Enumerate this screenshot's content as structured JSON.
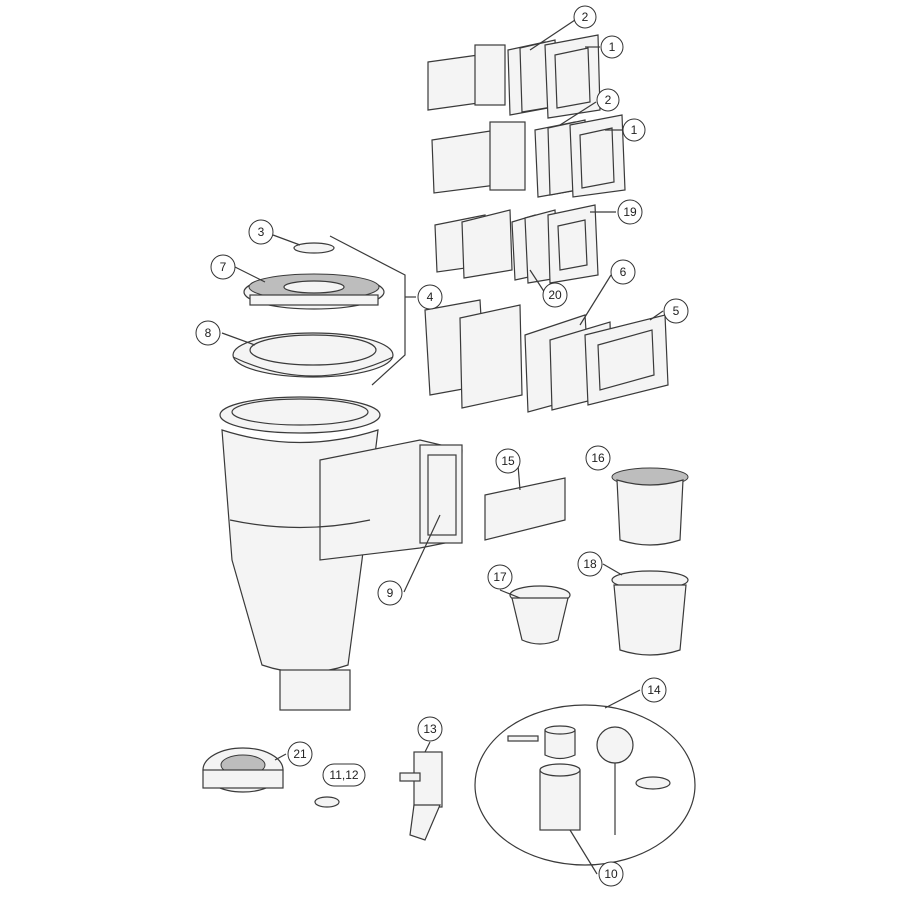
{
  "callouts": {
    "c1a": "1",
    "c2a": "2",
    "c1b": "1",
    "c2b": "2",
    "c19": "19",
    "c20": "20",
    "c6": "6",
    "c5": "5",
    "c3": "3",
    "c7": "7",
    "c4": "4",
    "c8": "8",
    "c15": "15",
    "c16": "16",
    "c9": "9",
    "c17": "17",
    "c18": "18",
    "c14": "14",
    "c13": "13",
    "c21": "21",
    "c1112": "11,12",
    "c10": "10"
  },
  "colors": {
    "line": "#3a3a3a",
    "fill": "#f4f4f4"
  }
}
